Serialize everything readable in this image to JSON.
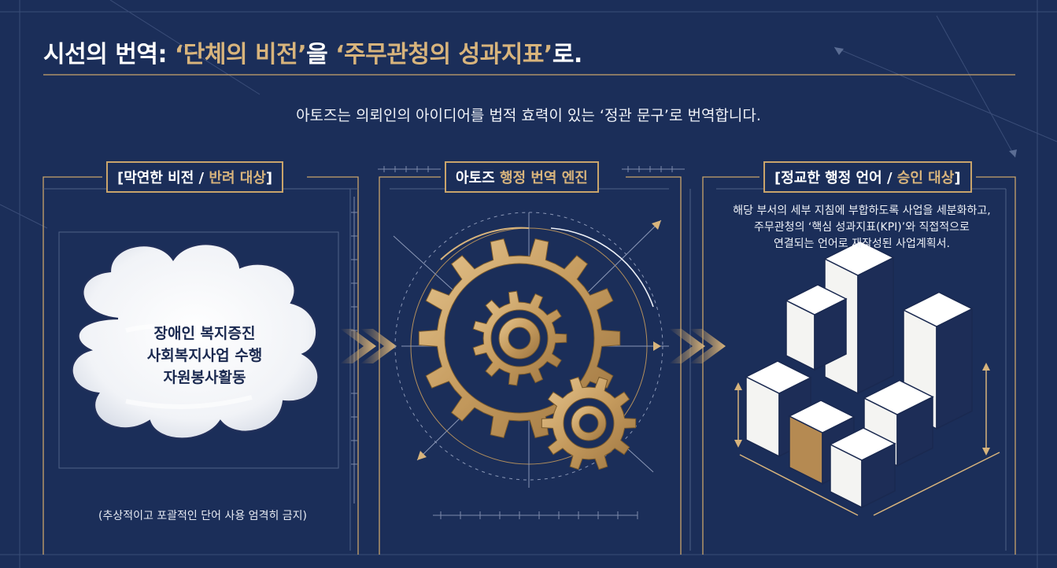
{
  "header": {
    "title_prefix": "시선의 번역: ",
    "title_gold1": "‘단체의 비전’",
    "title_mid": "을 ",
    "title_gold2": "‘주무관청의 성과지표’",
    "title_suffix": "로.",
    "subtitle": "아토즈는 의뢰인의 아이디어를 법적 효력이 있는 ‘정관 문구’로 번역합니다."
  },
  "panels": {
    "left": {
      "label_open": "[막연한 비전 / ",
      "label_gold": "반려 대상",
      "label_close": "]",
      "cloud_lines": [
        "장애인 복지증진",
        "사회복지사업 수행",
        "자원봉사활동"
      ],
      "note": "(추상적이고 포괄적인 단어 사용 엄격히 금지)"
    },
    "center": {
      "label_white": "아토즈 ",
      "label_gold": "행정 번역 엔진"
    },
    "right": {
      "label_open": "[정교한 행정 언어 / ",
      "label_gold": "승인 대상",
      "label_close": "]",
      "description_lines": [
        "해당 부서의 세부 지침에 부합하도록 사업을 세분화하고,",
        "주무관청의 ‘핵심 성과지표(KPI)’와 직접적으로",
        "연결되는 언어로 재작성된 사업계획서."
      ]
    }
  },
  "colors": {
    "background": "#1b2e59",
    "gold": "#c9a46b",
    "gold_text": "#d8b47c",
    "line": "#7d8aab"
  },
  "icons": [
    "cloud-icon",
    "gear-icon",
    "chevron-arrow-icon",
    "building-blocks-icon"
  ]
}
